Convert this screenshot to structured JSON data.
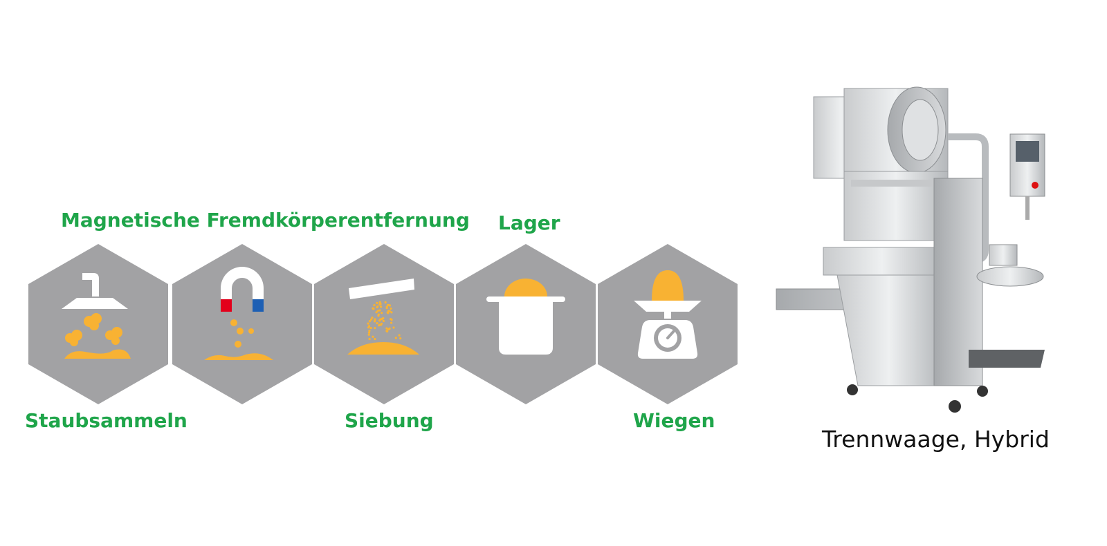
{
  "colors": {
    "label_green": "#1fa54a",
    "hex_gray": "#a2a2a4",
    "accent_orange": "#f8b233",
    "magnet_red": "#e3001b",
    "magnet_blue": "#1d5fb4"
  },
  "steps": [
    {
      "label": "Staubsammeln",
      "icon": "dust-hood-icon"
    },
    {
      "label": "Magnetische Fremdkörperentfernung",
      "icon": "magnet-icon"
    },
    {
      "label": "Siebung",
      "icon": "sieve-icon"
    },
    {
      "label": "Lager",
      "icon": "storage-pot-icon"
    },
    {
      "label": "Wiegen",
      "icon": "scale-icon"
    }
  ],
  "machine": {
    "caption": "Trennwaage, Hybrid"
  }
}
